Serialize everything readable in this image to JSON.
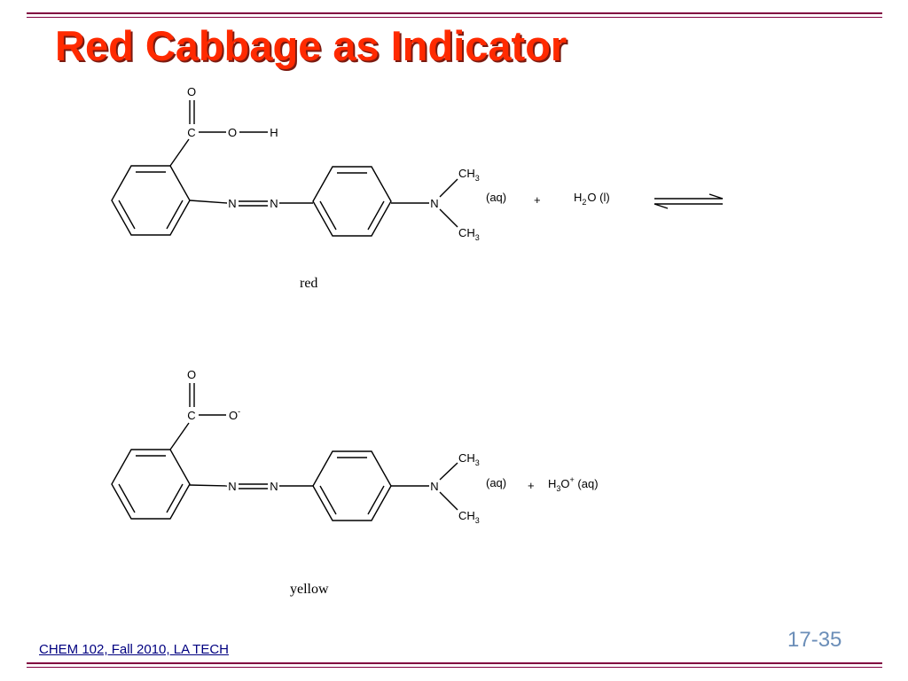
{
  "slide": {
    "title": "Red Cabbage as Indicator",
    "footer": "CHEM 102, Fall 2010, LA TECH",
    "slide_number": "17-35"
  },
  "reaction1": {
    "atoms": {
      "O_top": "O",
      "C": "C",
      "O_mid": "O",
      "H": "H",
      "N1": "N",
      "N2": "N",
      "N3": "N",
      "CH_a": "CH",
      "CH_a_sub": "3",
      "CH_b": "CH",
      "CH_b_sub": "3"
    },
    "state": "(aq)",
    "plus": "+",
    "water": {
      "h": "H",
      "sub": "2",
      "rest": "O (l)"
    },
    "caption": "red"
  },
  "reaction2": {
    "atoms": {
      "O_top": "O",
      "C": "C",
      "O_mid": "O",
      "O_charge": "-",
      "N1": "N",
      "N2": "N",
      "N3": "N",
      "CH_a": "CH",
      "CH_a_sub": "3",
      "CH_b": "CH",
      "CH_b_sub": "3"
    },
    "state": "(aq)",
    "plus": "+",
    "hydronium": {
      "h": "H",
      "sub": "3",
      "o": "O",
      "sup": "+",
      "rest": " (aq)"
    },
    "caption": "yellow"
  }
}
